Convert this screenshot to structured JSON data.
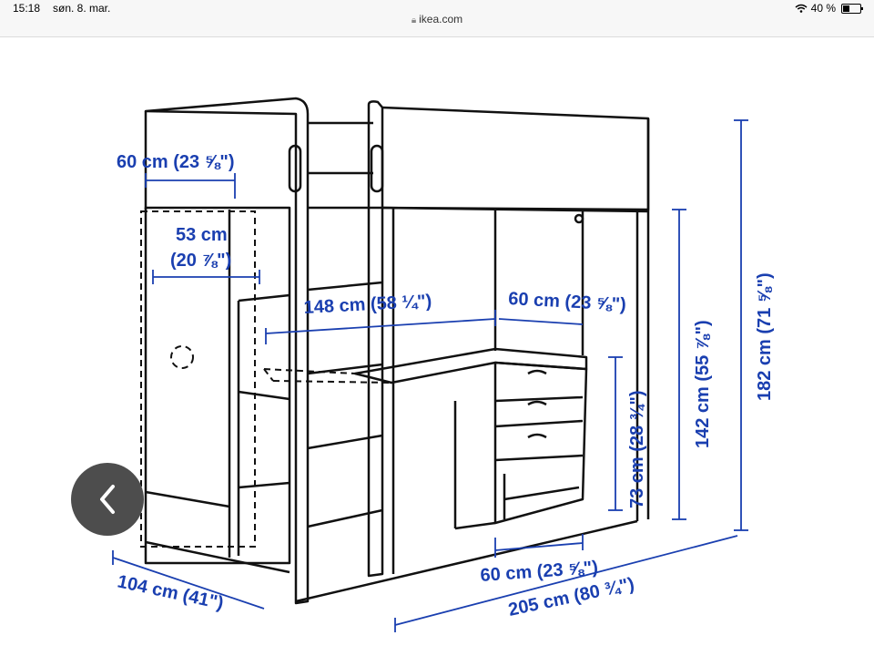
{
  "status_bar": {
    "time": "15:18",
    "date": "søn. 8. mar.",
    "battery": "40 %",
    "battery_level_percent": 40
  },
  "browser": {
    "url": "ikea.com"
  },
  "diagram": {
    "dimensions": {
      "top_width": "60 cm (23 ⅝\")",
      "wardrobe_inner_cm": "53 cm",
      "wardrobe_inner_in": "(20 ⅞\")",
      "desk_length": "148 cm (58 ¼\")",
      "desk_depth_top": "60 cm (23 ⅝\")",
      "desk_depth_bottom": "60 cm (23 ⅝\")",
      "desk_height": "73 cm (28 ¾\")",
      "clearance_height": "142 cm (55 ⅞\")",
      "total_height": "182 cm (71 ⅝\")",
      "depth": "104 cm (41\")",
      "length": "205 cm (80 ¾\")"
    },
    "dimension_color": "#1a3fb0",
    "line_color": "#111111"
  },
  "nav": {
    "back_icon": "chevron-left-icon"
  }
}
